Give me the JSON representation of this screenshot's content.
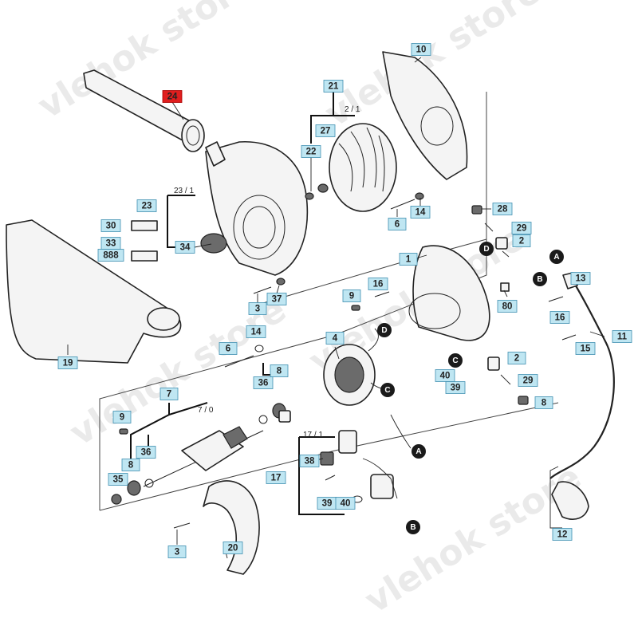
{
  "watermarks": [
    {
      "id": "wm1",
      "text": "vlehok store"
    },
    {
      "id": "wm2",
      "text": "vlehok store"
    },
    {
      "id": "wm3",
      "text": "vlehok store"
    },
    {
      "id": "wm4",
      "text": "vlehok store"
    },
    {
      "id": "wm5",
      "text": "vlehok store"
    }
  ],
  "assembly_notes": [
    {
      "id": "n1",
      "text": "2 / 1"
    },
    {
      "id": "n2",
      "text": "23 / 1"
    },
    {
      "id": "n3",
      "text": "7 / 0"
    },
    {
      "id": "n4",
      "text": "17 / 1"
    }
  ],
  "part_labels": [
    {
      "id": "p24",
      "text": "24",
      "highlight": true
    },
    {
      "id": "p10",
      "text": "10"
    },
    {
      "id": "p21",
      "text": "21"
    },
    {
      "id": "p27",
      "text": "27"
    },
    {
      "id": "p22",
      "text": "22"
    },
    {
      "id": "p14a",
      "text": "14"
    },
    {
      "id": "p6a",
      "text": "6"
    },
    {
      "id": "p23",
      "text": "23"
    },
    {
      "id": "p30",
      "text": "30"
    },
    {
      "id": "p33",
      "text": "33"
    },
    {
      "id": "p888",
      "text": "888"
    },
    {
      "id": "p34",
      "text": "34"
    },
    {
      "id": "p28",
      "text": "28"
    },
    {
      "id": "p29a",
      "text": "29"
    },
    {
      "id": "p2a",
      "text": "2"
    },
    {
      "id": "p1",
      "text": "1"
    },
    {
      "id": "p80",
      "text": "80"
    },
    {
      "id": "p13",
      "text": "13"
    },
    {
      "id": "p16b",
      "text": "16"
    },
    {
      "id": "p15",
      "text": "15"
    },
    {
      "id": "p11",
      "text": "11"
    },
    {
      "id": "p9a",
      "text": "9"
    },
    {
      "id": "p16a",
      "text": "16"
    },
    {
      "id": "p3a",
      "text": "3"
    },
    {
      "id": "p37",
      "text": "37"
    },
    {
      "id": "p19",
      "text": "19"
    },
    {
      "id": "p14b",
      "text": "14"
    },
    {
      "id": "p6b",
      "text": "6"
    },
    {
      "id": "p4",
      "text": "4"
    },
    {
      "id": "p2b",
      "text": "2"
    },
    {
      "id": "p29b",
      "text": "29"
    },
    {
      "id": "p8c",
      "text": "8"
    },
    {
      "id": "p40a",
      "text": "40"
    },
    {
      "id": "p39a",
      "text": "39"
    },
    {
      "id": "p36a",
      "text": "36"
    },
    {
      "id": "p8a",
      "text": "8"
    },
    {
      "id": "p7",
      "text": "7"
    },
    {
      "id": "p9b",
      "text": "9"
    },
    {
      "id": "p36b",
      "text": "36"
    },
    {
      "id": "p8b",
      "text": "8"
    },
    {
      "id": "p35",
      "text": "35"
    },
    {
      "id": "p38",
      "text": "38"
    },
    {
      "id": "p17",
      "text": "17"
    },
    {
      "id": "p39b",
      "text": "39"
    },
    {
      "id": "p40b",
      "text": "40"
    },
    {
      "id": "p3b",
      "text": "3"
    },
    {
      "id": "p20",
      "text": "20"
    },
    {
      "id": "p12",
      "text": "12"
    }
  ],
  "connector_markers": [
    {
      "id": "mA1",
      "text": "A"
    },
    {
      "id": "mB1",
      "text": "B"
    },
    {
      "id": "mD1",
      "text": "D"
    },
    {
      "id": "mC1",
      "text": "C"
    },
    {
      "id": "mD2",
      "text": "D"
    },
    {
      "id": "mC2",
      "text": "C"
    },
    {
      "id": "mA2",
      "text": "A"
    },
    {
      "id": "mB2",
      "text": "B"
    }
  ]
}
